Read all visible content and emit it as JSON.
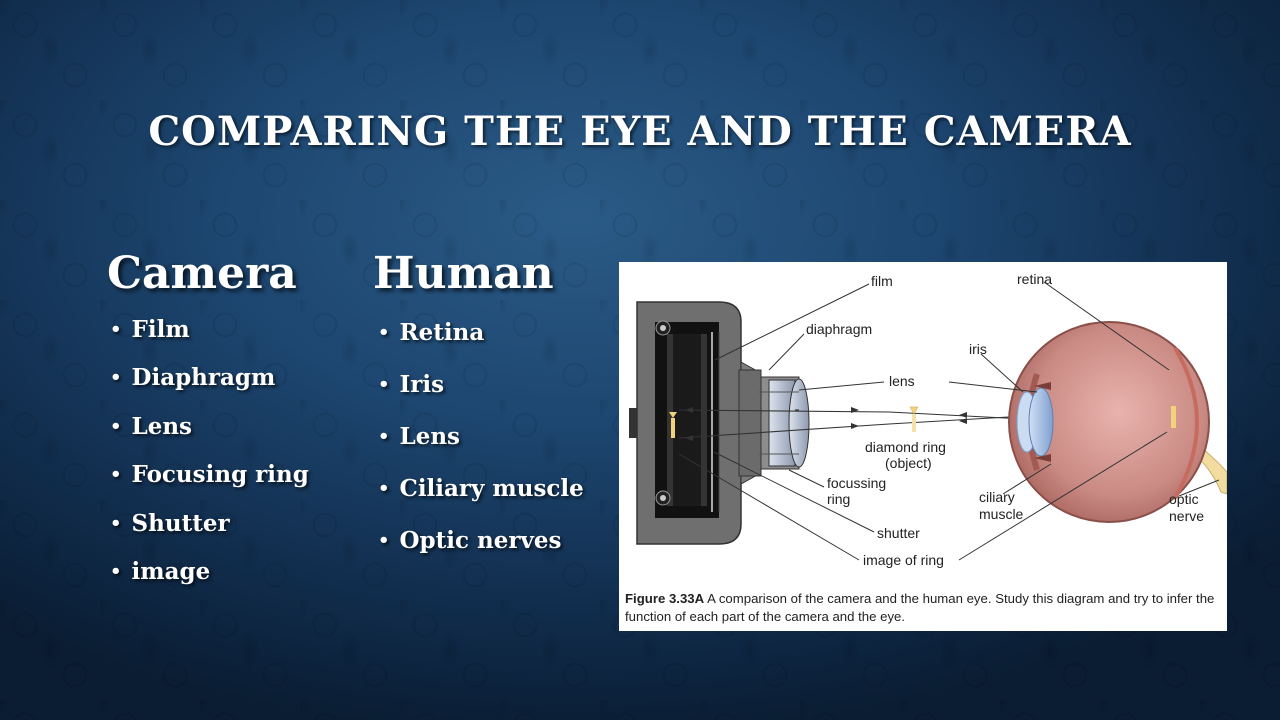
{
  "slide": {
    "title": "COMPARING THE EYE AND THE CAMERA"
  },
  "camera": {
    "heading": "Camera",
    "items": [
      "Film",
      "Diaphragm",
      "Lens",
      "Focusing ring",
      "Shutter",
      "image"
    ]
  },
  "human": {
    "heading": "Human",
    "items": [
      "Retina",
      "Iris",
      "Lens",
      "Ciliary muscle",
      "Optic nerves"
    ]
  },
  "figure": {
    "labels": {
      "film": "film",
      "retina": "retina",
      "diaphragm": "diaphragm",
      "iris": "iris",
      "lens": "lens",
      "diamond_ring_1": "diamond ring",
      "diamond_ring_2": "(object)",
      "focussing_1": "focussing",
      "focussing_2": "ring",
      "ciliary_1": "ciliary",
      "ciliary_2": "muscle",
      "optic_1": "optic",
      "optic_2": "nerve",
      "shutter": "shutter",
      "image_of_ring": "image of ring"
    },
    "caption_label": "Figure 3.33A",
    "caption_text": " A comparison of the camera and the human eye. Study this diagram and try to infer the function of each part of the camera and the eye."
  },
  "colors": {
    "background": "#1d4670",
    "text": "#ffffff"
  }
}
